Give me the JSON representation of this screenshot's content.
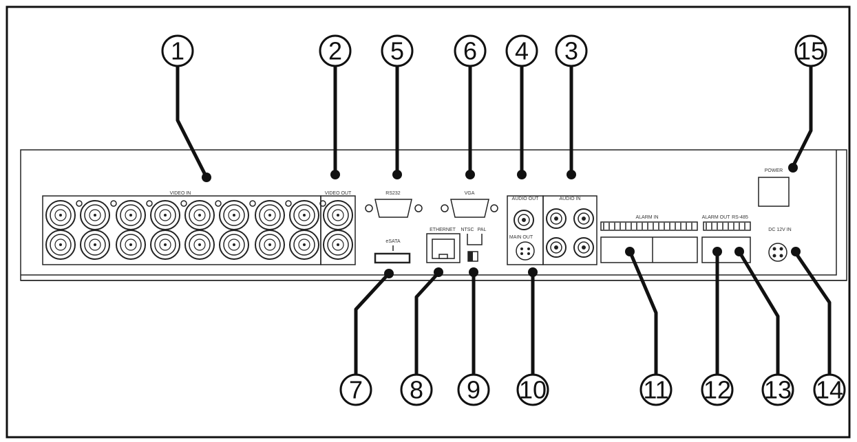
{
  "diagram": {
    "panel_labels": {
      "video_in": "VIDEO IN",
      "video_out": "VIDEO OUT",
      "rs232": "RS232",
      "vga": "VGA",
      "audio_out": "AUDIO OUT",
      "audio_in": "AUDIO IN",
      "esata": "eSATA",
      "ethernet": "ETHERNET",
      "ntsc": "NTSC",
      "pal": "PAL",
      "main_out": "MAIN OUT",
      "alarm_in": "ALARM IN",
      "alarm_out": "ALARM OUT",
      "rs485": "RS-485",
      "power": "POWER",
      "dc_12v": "DC 12V IN"
    },
    "callouts": [
      "1",
      "2",
      "3",
      "4",
      "5",
      "6",
      "7",
      "8",
      "9",
      "10",
      "11",
      "12",
      "13",
      "14",
      "15"
    ]
  }
}
